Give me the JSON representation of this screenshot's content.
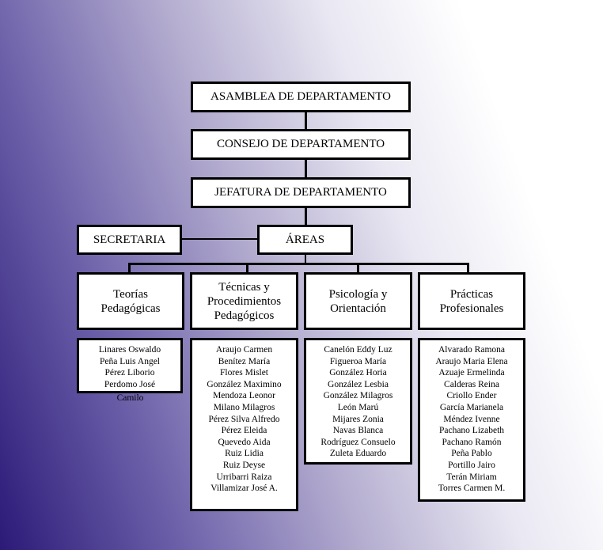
{
  "top_boxes": {
    "asamblea": "ASAMBLEA DE DEPARTAMENTO",
    "consejo": "CONSEJO DE DEPARTAMENTO",
    "jefatura": "JEFATURA DE DEPARTAMENTO",
    "secretaria": "SECRETARIA",
    "areas": "ÁREAS"
  },
  "areas": [
    {
      "title_lines": [
        "Teorías",
        "Pedagógicas"
      ],
      "members": [
        "Linares Oswaldo",
        "Peña Luis Angel",
        "Pérez Liborio",
        "Perdomo José"
      ],
      "overflow": "Camilo"
    },
    {
      "title_lines": [
        "Técnicas y",
        "Procedimientos",
        "Pedagógicos"
      ],
      "members": [
        "Araujo Carmen",
        "Benítez María",
        "Flores Mislet",
        "González Maximino",
        "Mendoza Leonor",
        "Milano Milagros",
        "Pérez Silva Alfredo",
        "Pérez Eleida",
        "Quevedo Aida",
        "Ruiz Lidia",
        "Ruiz Deyse",
        "Urribarri Raiza",
        "Villamizar José A."
      ]
    },
    {
      "title_lines": [
        "Psicología y",
        "Orientación"
      ],
      "members": [
        "Canelón Eddy Luz",
        "Figueroa María",
        "González Horia",
        "González Lesbia",
        "González Milagros",
        "León Marú",
        "Mijares Zonia",
        "Navas Blanca",
        "Rodríguez Consuelo",
        "Zuleta Eduardo"
      ]
    },
    {
      "title_lines": [
        "Prácticas",
        "Profesionales"
      ],
      "members": [
        "Alvarado Ramona",
        "Araujo Maria Elena",
        "Azuaje Ermelinda",
        "Calderas Reina",
        "Criollo Ender",
        "García Marianela",
        "Méndez Ivenne",
        "Pachano Lizabeth",
        "Pachano Ramón",
        "Peña Pablo",
        "Portillo Jairo",
        "Terán Miriam",
        "Torres Carmen M."
      ]
    }
  ]
}
